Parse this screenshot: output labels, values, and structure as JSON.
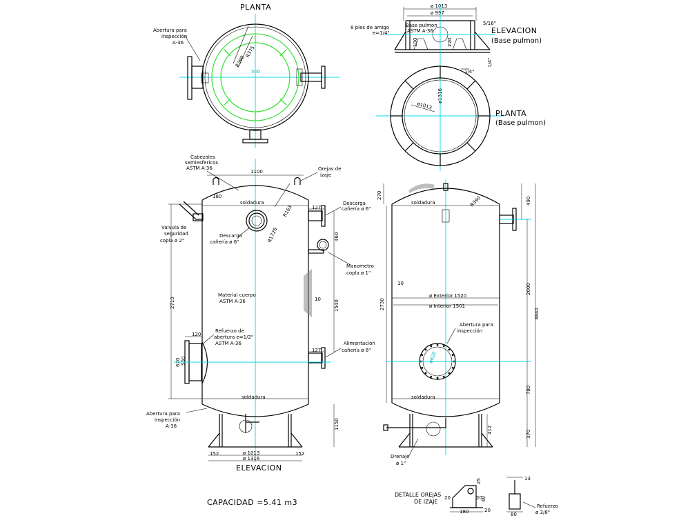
{
  "colors": {
    "line": "#000000",
    "center": "#00d8e8",
    "inner": "#3fe03f",
    "thin": "#555555"
  },
  "titles": {
    "plan_top": "PLANTA",
    "elev_main": "ELEVACION",
    "base_elev_1": "ELEVACION",
    "base_elev_2": "(Base pulmon)",
    "base_plan_1": "PLANTA",
    "base_plan_2": "(Base pulmon)",
    "capacity": "CAPACIDAD   =5.41 m3",
    "detail_ears_1": "DETALLE OREJAS",
    "detail_ears_2": "DE IZAJE",
    "detail_ref_1": "Refuerzo",
    "detail_ref_2": "ø 3/8\""
  },
  "plan_top": {
    "insp_1": "Abertura para",
    "insp_2": "inspección",
    "insp_3": "A-36",
    "r1": "R375",
    "r2": "R390",
    "d": "500"
  },
  "base": {
    "feet_1": "8 pies de amigo",
    "feet_2": "e=1/4\"",
    "base_1": "Base pulmon",
    "base_2": "ASTM A-36",
    "d1013": "ø 1013",
    "d997": "ø 997",
    "t516": "5/16\"",
    "v100": "100",
    "v220": "220",
    "q14": "1/4\"",
    "q14b": "1/4\"",
    "p1013": "ø1013",
    "p1316": "ø1316"
  },
  "elev": {
    "cab_1": "Cabezales",
    "cab_2": "semiesfericos",
    "cab_3": "ASTM A-36",
    "w1100": "1100",
    "ear_1": "Orejas de",
    "ear_2": "izaje",
    "r180": "180",
    "sold_top": "soldadura",
    "r163": "R163",
    "r1728": "R1728",
    "d127a": "127",
    "desc1_1": "Descarga",
    "desc1_2": "cañería ø 6\"",
    "valv_1": "Valvula de",
    "valv_2": "seguridad",
    "valv_3": "copla ø 2\"",
    "desc2_1": "Descarga",
    "desc2_2": "cañería ø 6\"",
    "v460": "460",
    "mano_1": "Manometro",
    "mano_2": "copla ø 1\"",
    "mat_1": "Material cuerpo",
    "mat_2": "ASTM A-36",
    "h2710": "2710",
    "v10": "10",
    "v1540": "1540",
    "ref_1": "Refuerzo de",
    "ref_2": "abertura e=1/2\"",
    "ref_3": "ASTM A-36",
    "v120": "120",
    "v620": "620",
    "v500": "500",
    "d127b": "127",
    "ali_1": "Alimentacion",
    "ali_2": "cañería ø 6\"",
    "sold_bot": "soldadura",
    "v1150": "1150",
    "insp_1": "Abertura para",
    "insp_2": "inspección",
    "insp_3": "A-36",
    "b152a": "152",
    "b1013": "ø 1013",
    "b1316": "ø 1316",
    "b152b": "152"
  },
  "side": {
    "v270": "270",
    "sold_top": "soldadura",
    "r390": "R390",
    "h490": "490",
    "v10": "10",
    "h2730": "2730",
    "h2000": "2000",
    "h3840": "3840",
    "ext": "ø Exterior 1520",
    "int": "ø Interior 1501",
    "insp_1": "Abertura para",
    "insp_2": "inspección",
    "r620": "ø620",
    "h780": "780",
    "sold_bot": "soldadura",
    "h412": "412",
    "h370": "370",
    "dren_1": "Drenaje",
    "dren_2": "ø 1\""
  },
  "detail": {
    "e25": "25",
    "e40": "40",
    "e20a": "20",
    "e20b": "20",
    "e20c": "20",
    "e180": "180",
    "r13": "13",
    "r80": "80"
  }
}
